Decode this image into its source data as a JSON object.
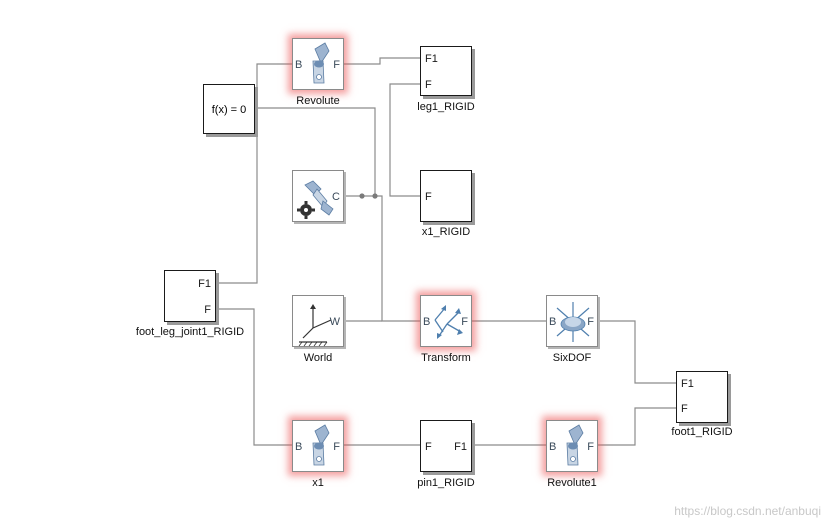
{
  "blocks": {
    "revolute": {
      "label": "Revolute",
      "port_b": "B",
      "port_f": "F"
    },
    "leg1": {
      "label": "leg1_RIGID",
      "port_f1": "F1",
      "port_f": "F"
    },
    "fx": {
      "text": "f(x) = 0"
    },
    "solver": {
      "port_c": "C"
    },
    "x1rigid": {
      "label": "x1_RIGID",
      "port_f": "F"
    },
    "footleg": {
      "label": "foot_leg_joint1_RIGID",
      "port_f1": "F1",
      "port_f": "F"
    },
    "world": {
      "label": "World",
      "port_w": "W"
    },
    "transform": {
      "label": "Transform",
      "port_b": "B",
      "port_f": "F"
    },
    "sixdof": {
      "label": "SixDOF",
      "port_b": "B",
      "port_f": "F"
    },
    "foot1": {
      "label": "foot1_RIGID",
      "port_f1": "F1",
      "port_f": "F"
    },
    "x1": {
      "label": "x1",
      "port_b": "B",
      "port_f": "F"
    },
    "pin1": {
      "label": "pin1_RIGID",
      "port_f": "F",
      "port_f1": "F1"
    },
    "revolute1": {
      "label": "Revolute1",
      "port_b": "B",
      "port_f": "F"
    }
  },
  "watermark": "https://blog.csdn.net/anbuqi",
  "colors": {
    "highlight": "#eb5050",
    "line": "#8c8c8c",
    "joint_blue": "#7d9cc0"
  }
}
